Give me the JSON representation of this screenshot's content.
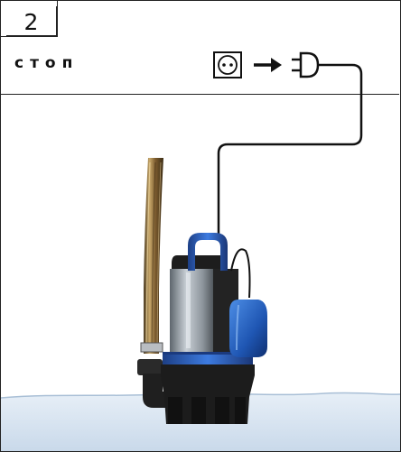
{
  "step": {
    "number": "2"
  },
  "stop": {
    "label": "стоп"
  },
  "icons": {
    "socket": "power-socket-icon",
    "arrow": "arrow-right-icon",
    "plug": "power-plug-icon",
    "pump": "submersible-pump",
    "float": "float-switch",
    "water": "water-surface"
  },
  "colors": {
    "pump_blue": "#2f63c8",
    "pump_body": "#2a2a2a",
    "steel": "#9aa3ab",
    "water": "#d9e6f2",
    "hose": "#8a6a3a"
  }
}
